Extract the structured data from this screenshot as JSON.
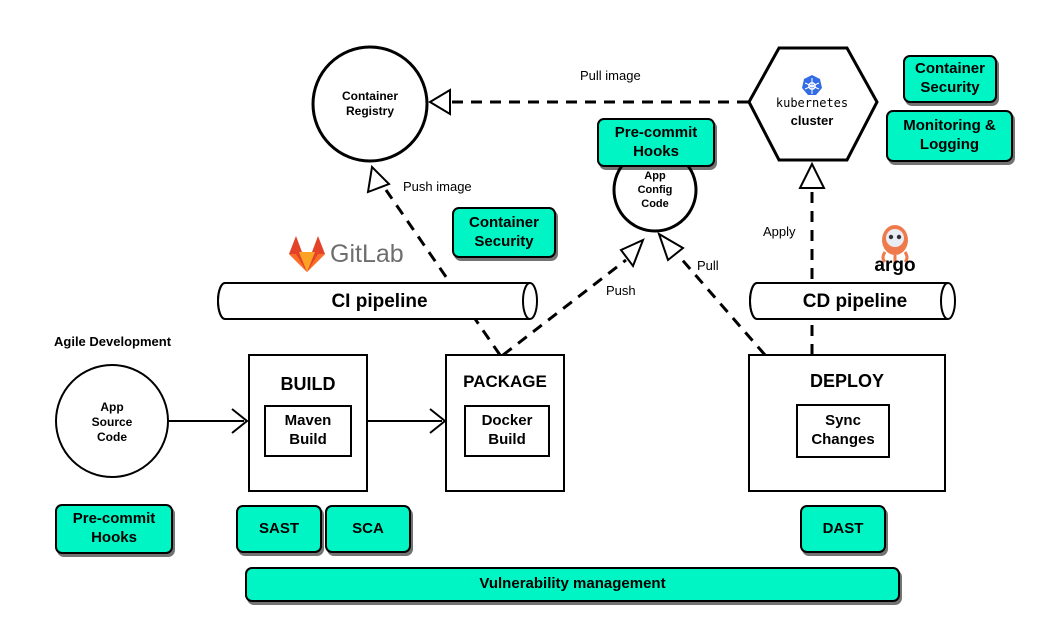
{
  "nodes": {
    "app_source_code": "App\nSource\nCode",
    "container_registry": "Container\nRegistry",
    "app_config_code": "App\nConfig\nCode",
    "kubernetes_word": "kubernetes",
    "kubernetes_cluster": "cluster"
  },
  "logos": {
    "gitlab": "GitLab",
    "argo": "argo"
  },
  "pipelines": {
    "ci": "CI pipeline",
    "cd": "CD pipeline"
  },
  "stages": {
    "build": {
      "title": "BUILD",
      "inner": "Maven\nBuild"
    },
    "package": {
      "title": "PACKAGE",
      "inner": "Docker\nBuild"
    },
    "deploy": {
      "title": "DEPLOY",
      "inner": "Sync\nChanges"
    }
  },
  "labels": {
    "agile_development": "Agile Development",
    "pull_image": "Pull image",
    "push_image": "Push image",
    "push": "Push",
    "pull": "Pull",
    "apply": "Apply"
  },
  "security_tags": {
    "precommit_top": "Pre-commit\nHooks",
    "container_security_mid": "Container\nSecurity",
    "container_security_top": "Container\nSecurity",
    "monitoring_logging": "Monitoring &\nLogging",
    "precommit_bottom": "Pre-commit\nHooks",
    "sast": "SAST",
    "sca": "SCA",
    "dast": "DAST",
    "vulnerability_management": "Vulnerability management"
  },
  "colors": {
    "tag_fill": "#00f5c4",
    "gitlab_orange": "#e24329",
    "gitlab_text": "#6e6e6e",
    "kubernetes_blue": "#326ce5",
    "argo_orange": "#ef7b4d"
  }
}
